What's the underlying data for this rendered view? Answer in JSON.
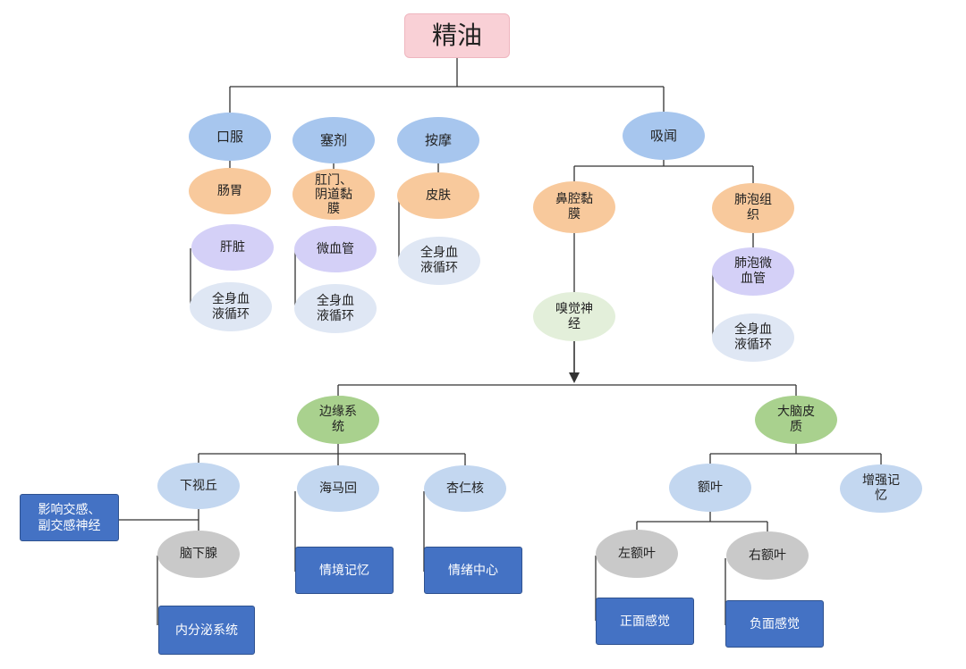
{
  "root": {
    "label": "精油"
  },
  "routes": {
    "oral": {
      "label": "口服",
      "site": "肠胃",
      "organ": "肝脏",
      "result": [
        "全身血",
        "液循环"
      ]
    },
    "suppository": {
      "label": "塞剂",
      "site": [
        "肛门、",
        "阴道黏",
        "膜"
      ],
      "organ": "微血管",
      "result": [
        "全身血",
        "液循环"
      ]
    },
    "massage": {
      "label": "按摩",
      "site": "皮肤",
      "result": [
        "全身血",
        "液循环"
      ]
    },
    "inhalation": {
      "label": "吸闻",
      "nasal": {
        "site": [
          "鼻腔黏",
          "膜"
        ],
        "nerve": [
          "嗅觉神",
          "经"
        ]
      },
      "lung": {
        "site": [
          "肺泡组",
          "织"
        ],
        "organ": [
          "肺泡微",
          "血管"
        ],
        "result": [
          "全身血",
          "液循环"
        ]
      }
    }
  },
  "brain": {
    "limbic": {
      "label": [
        "边缘系",
        "统"
      ],
      "hypothalamus": {
        "label": "下视丘",
        "effect": [
          "影响交感、",
          "副交感神经"
        ],
        "pituitary": "脑下腺",
        "system": "内分泌系统"
      },
      "hippocampus": {
        "label": "海马回",
        "function": "情境记忆"
      },
      "amygdala": {
        "label": "杏仁核",
        "function": "情绪中心"
      }
    },
    "cortex": {
      "label": [
        "大脑皮",
        "质"
      ],
      "frontal": {
        "label": "额叶",
        "left": {
          "label": "左额叶",
          "feeling": "正面感觉"
        },
        "right": {
          "label": "右额叶",
          "feeling": "负面感觉"
        }
      },
      "memory": [
        "增强记",
        "忆"
      ]
    }
  },
  "colors": {
    "root": "#f9d0d6",
    "route": "#a7c6ee",
    "site": "#f8c99c",
    "organ": "#d4d0f7",
    "circulation": "#dfe7f4",
    "nerve": "#e3efda",
    "brain": "#a9d18e",
    "region": "#c3d7f0",
    "lobe": "#c9c9c9",
    "outcome": "#4472c4",
    "connector": "#333333"
  }
}
